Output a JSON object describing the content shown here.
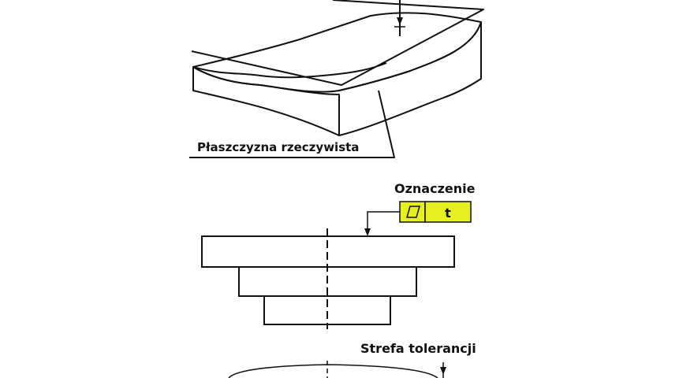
{
  "labels": {
    "real_plane": "Płaszczyzna rzeczywista",
    "designation": "Oznaczenie",
    "tolerance_zone": "Strefa tolerancji"
  },
  "feature_control_frame": {
    "symbol": "flatness-symbol",
    "value": "t"
  },
  "colors": {
    "frame_fill": "#e6f01e",
    "ink": "#111111"
  }
}
